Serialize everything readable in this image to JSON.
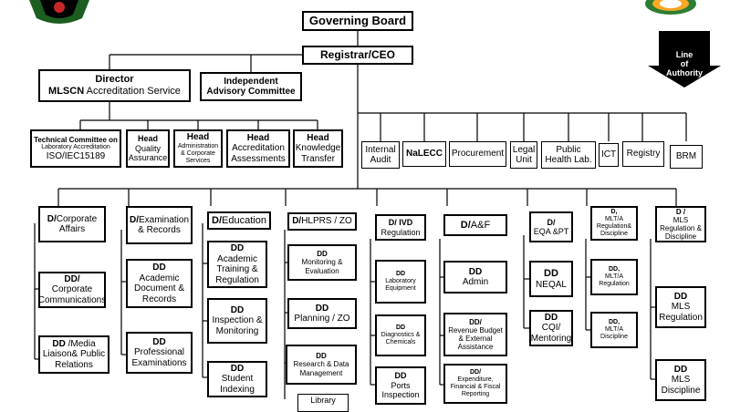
{
  "org_chart": {
    "governing_board": "Governing Board",
    "registrar": "Registrar/CEO",
    "line_of_authority": [
      "Line",
      "of",
      "Authority"
    ],
    "director_box": {
      "line1": "Director",
      "line2_bold": "MLSCN",
      "line2_rest": " Accreditation Service"
    },
    "advisory_box": {
      "line1": "Independent",
      "line2": "Advisory Committee"
    },
    "accreditation_units": [
      {
        "title": "Technical Committee on",
        "sub": "Laboratory Accreditation",
        "extra": "ISO/IEC15189"
      },
      {
        "title": "Head",
        "sub": "Quality Assurance"
      },
      {
        "title": "Head",
        "sub": "Administration & Corporate Services"
      },
      {
        "title": "Head",
        "sub": "Accreditation Assessments"
      },
      {
        "title": "Head",
        "sub": "Knowledge Transfer"
      }
    ],
    "registrar_units": [
      "Internal Audit",
      "NaLECC",
      "Procurement",
      "Legal Unit",
      "Public Health Lab.",
      "ICT",
      "Registry",
      "BRM"
    ],
    "departments": [
      {
        "head_prefix": "D/",
        "head": "Corporate Affairs",
        "subs": [
          {
            "title": "DD/",
            "text": "Corporate Communications"
          },
          {
            "title": "DD",
            "text": "/Media Liaison& Public Relations"
          }
        ]
      },
      {
        "head_prefix": "D/",
        "head": "Examination & Records",
        "subs": [
          {
            "title": "DD",
            "text": "Academic Document & Records"
          },
          {
            "title": "DD",
            "text": "Professional Examinations"
          }
        ]
      },
      {
        "head_prefix": "D/",
        "head": "Education",
        "subs": [
          {
            "title": "DD",
            "text": "Academic Training & Regulation"
          },
          {
            "title": "DD",
            "text": "Inspection & Monitoring"
          },
          {
            "title": "DD",
            "text": "Student Indexing"
          }
        ]
      },
      {
        "head_prefix": "D/",
        "head": "HLPRS / ZO",
        "subs": [
          {
            "title": "DD",
            "text": "Monitoring & Evaluation"
          },
          {
            "title": "DD",
            "text": "Planning / ZO"
          },
          {
            "title": "DD",
            "text": "Research & Data Management"
          },
          {
            "title": "",
            "text": "Library"
          }
        ]
      },
      {
        "head_prefix": "D/ IVD",
        "head": "Regulation",
        "subs": [
          {
            "title": "DD",
            "text": "Laboratory Equipment"
          },
          {
            "title": "DD",
            "text": "Diagnostics & Chemicals"
          },
          {
            "title": "DD",
            "text": "Ports Inspection"
          }
        ]
      },
      {
        "head_prefix": "D/",
        "head": "A&F",
        "subs": [
          {
            "title": "DD",
            "text": "Admin"
          },
          {
            "title": "DD/",
            "text": "Revenue Budget & External Assistance"
          },
          {
            "title": "DD/",
            "text": "Expenditure, Financial & Fiscal Reporting"
          }
        ]
      },
      {
        "head_prefix": "D/",
        "head": "EQA &PT",
        "subs": [
          {
            "title": "DD",
            "text": "NEQAL"
          },
          {
            "title": "DD",
            "text": "CQI/ Mentoring"
          }
        ]
      },
      {
        "head_prefix": "D,",
        "head": "MLT/A Regulation& Discipline",
        "subs": [
          {
            "title": "DD,",
            "text": "MLT/A Regulation"
          },
          {
            "title": "DD,",
            "text": "MLT/A Discipline"
          }
        ]
      },
      {
        "head_prefix": "D /",
        "head": "MLS Regulation & Discipline",
        "subs": [
          {
            "title": "DD",
            "text": "MLS Regulation"
          },
          {
            "title": "DD",
            "text": "MLS Discipline"
          }
        ]
      }
    ]
  }
}
